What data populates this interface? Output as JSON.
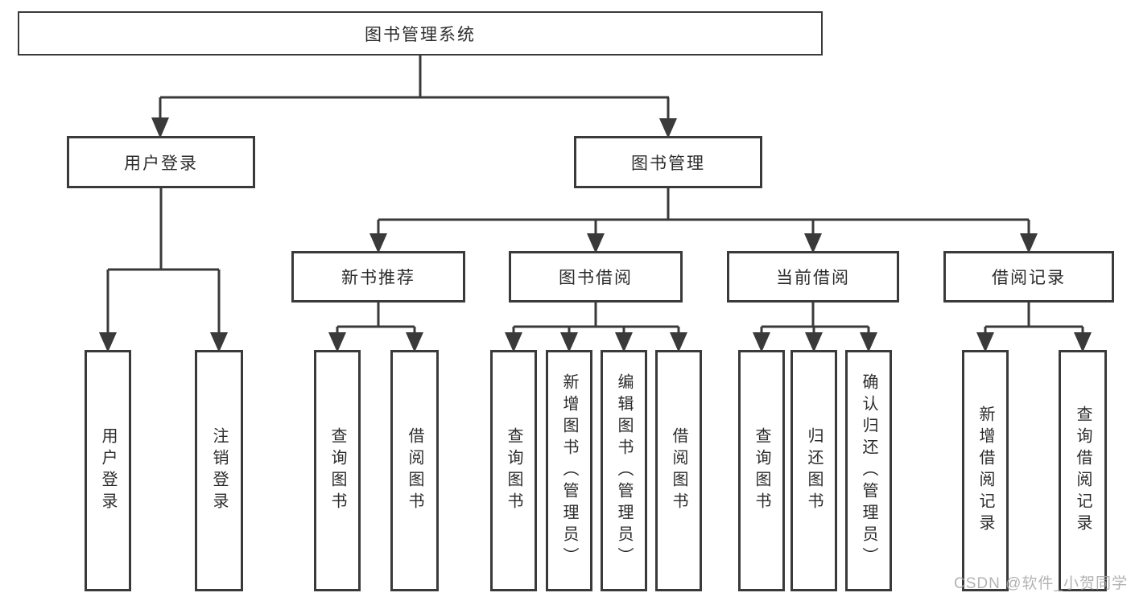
{
  "diagram": {
    "tree": {
      "root": {
        "label": "图书管理系统"
      },
      "branches": [
        {
          "label": "用户登录",
          "children": [
            {
              "label": "用户登录"
            },
            {
              "label": "注销登录"
            }
          ]
        },
        {
          "label": "图书管理",
          "children": [
            {
              "label": "新书推荐",
              "children": [
                {
                  "label": "查询图书"
                },
                {
                  "label": "借阅图书"
                }
              ]
            },
            {
              "label": "图书借阅",
              "children": [
                {
                  "label": "查询图书"
                },
                {
                  "label": "新增图书（管理员）"
                },
                {
                  "label": "编辑图书（管理员）"
                },
                {
                  "label": "借阅图书"
                }
              ]
            },
            {
              "label": "当前借阅",
              "children": [
                {
                  "label": "查询图书"
                },
                {
                  "label": "归还图书"
                },
                {
                  "label": "确认归还（管理员）"
                }
              ]
            },
            {
              "label": "借阅记录",
              "children": [
                {
                  "label": "新增借阅记录"
                },
                {
                  "label": "查询借阅记录"
                }
              ]
            }
          ]
        }
      ]
    },
    "watermark": "CSDN @软件_小贺同学",
    "colors": {
      "line": "#3a3a3a",
      "text": "#2c2c2c",
      "background": "#ffffff",
      "watermark": "#a6a6a6"
    }
  }
}
